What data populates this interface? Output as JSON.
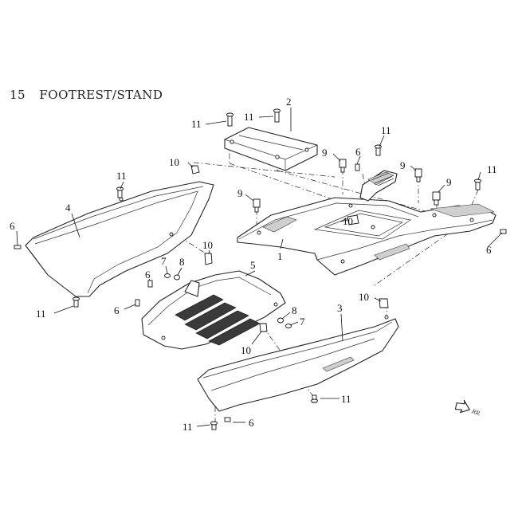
{
  "title": {
    "number": "15",
    "text": "FOOTREST/STAND"
  },
  "direction": {
    "label": "RR.",
    "icon": "direction-arrow-icon"
  },
  "callouts": [
    {
      "id": "c-2",
      "label": "2"
    },
    {
      "id": "c-11a",
      "label": "11"
    },
    {
      "id": "c-11b",
      "label": "11"
    },
    {
      "id": "c-11c",
      "label": "11"
    },
    {
      "id": "c-11d",
      "label": "11"
    },
    {
      "id": "c-11e",
      "label": "11"
    },
    {
      "id": "c-11f",
      "label": "11"
    },
    {
      "id": "c-11g",
      "label": "11"
    },
    {
      "id": "c-11h",
      "label": "11"
    },
    {
      "id": "c-10a",
      "label": "10"
    },
    {
      "id": "c-10b",
      "label": "10"
    },
    {
      "id": "c-10c",
      "label": "10"
    },
    {
      "id": "c-10d",
      "label": "10"
    },
    {
      "id": "c-10e",
      "label": "10"
    },
    {
      "id": "c-9a",
      "label": "9"
    },
    {
      "id": "c-9b",
      "label": "9"
    },
    {
      "id": "c-9c",
      "label": "9"
    },
    {
      "id": "c-9d",
      "label": "9"
    },
    {
      "id": "c-6a",
      "label": "6"
    },
    {
      "id": "c-6b",
      "label": "6"
    },
    {
      "id": "c-6c",
      "label": "6"
    },
    {
      "id": "c-6d",
      "label": "6"
    },
    {
      "id": "c-6e",
      "label": "6"
    },
    {
      "id": "c-6f",
      "label": "6"
    },
    {
      "id": "c-4",
      "label": "4"
    },
    {
      "id": "c-1",
      "label": "1"
    },
    {
      "id": "c-5",
      "label": "5"
    },
    {
      "id": "c-3",
      "label": "3"
    },
    {
      "id": "c-7a",
      "label": "7"
    },
    {
      "id": "c-7b",
      "label": "7"
    },
    {
      "id": "c-8a",
      "label": "8"
    },
    {
      "id": "c-8b",
      "label": "8"
    }
  ]
}
